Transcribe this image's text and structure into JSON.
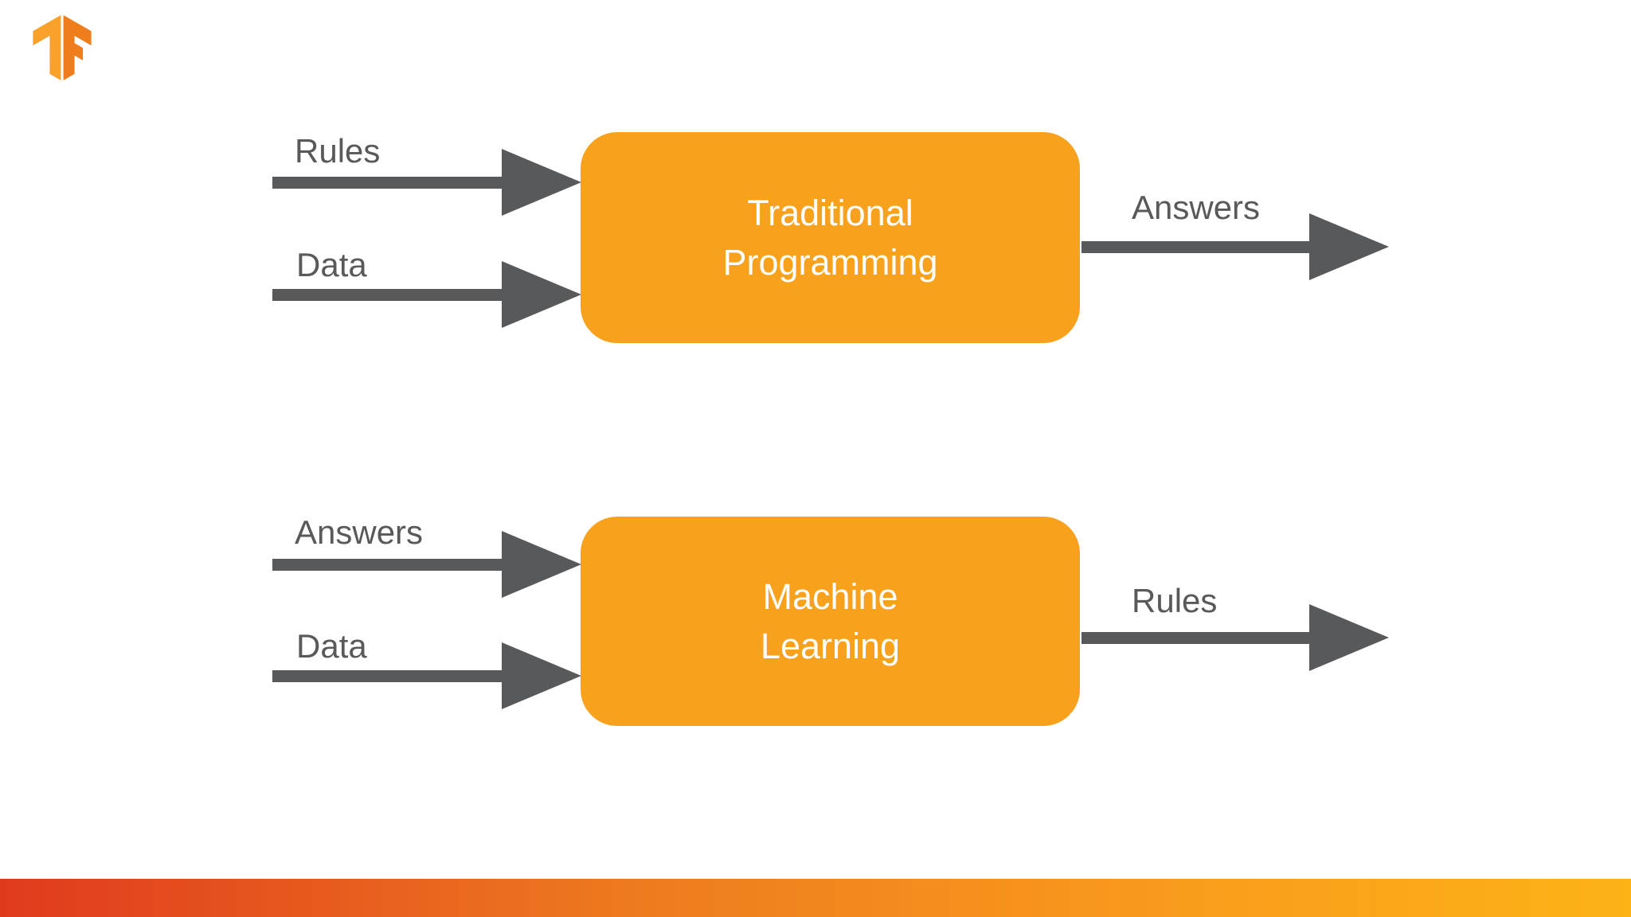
{
  "logo": {
    "name": "tensorflow-logo",
    "color_light": "#f8a22c",
    "color_dark": "#ee7d1b"
  },
  "colors": {
    "box_fill": "#f8a11d",
    "arrow": "#58595b",
    "label_text": "#58595b",
    "box_text": "#ffffff",
    "bottom_bar_left": "#e03a1e",
    "bottom_bar_right": "#fcb316"
  },
  "diagram_top": {
    "input1": "Rules",
    "input2": "Data",
    "box_line1": "Traditional",
    "box_line2": "Programming",
    "output": "Answers"
  },
  "diagram_bottom": {
    "input1": "Answers",
    "input2": "Data",
    "box_line1": "Machine",
    "box_line2": "Learning",
    "output": "Rules"
  }
}
